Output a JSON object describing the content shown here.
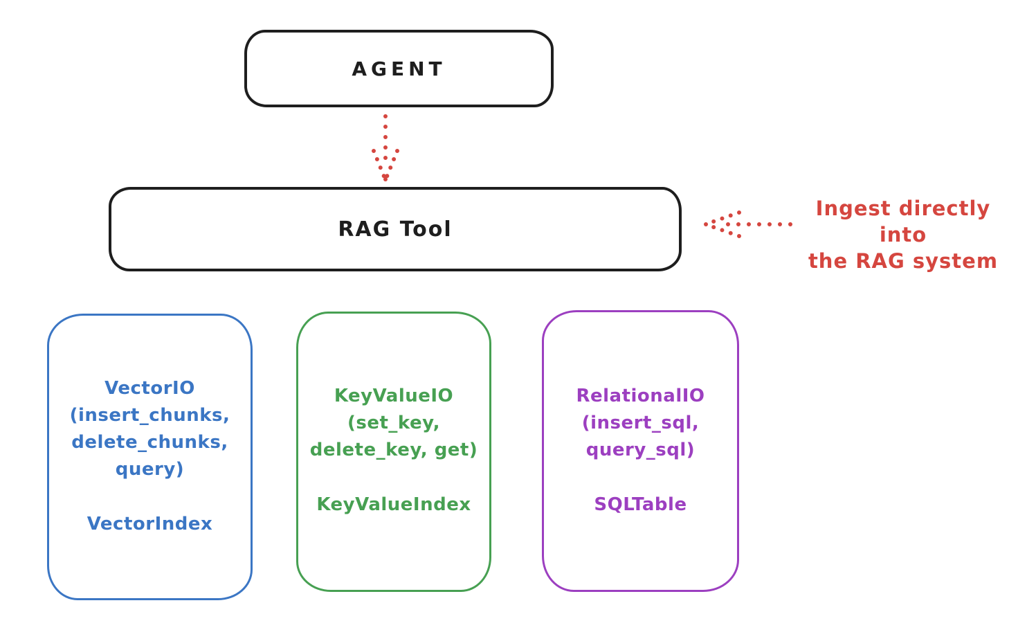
{
  "colors": {
    "ink": "#1e1e1e",
    "red": "#d5463f",
    "blue": "#3b76c4",
    "green": "#47a052",
    "purple": "#9c3fc0"
  },
  "agent_box": {
    "label": "AGENT"
  },
  "rag_tool_box": {
    "label": "RAG Tool"
  },
  "annotation": {
    "line1": "Ingest directly into",
    "line2": "the RAG system"
  },
  "backends": [
    {
      "name": "vector",
      "color": "#3b76c4",
      "lines": [
        "VectorIO",
        "(insert_chunks,",
        "delete_chunks,",
        "query)"
      ],
      "index_label": "VectorIndex"
    },
    {
      "name": "keyvalue",
      "color": "#47a052",
      "lines": [
        "KeyValueIO",
        "(set_key,",
        "delete_key, get)"
      ],
      "index_label": "KeyValueIndex"
    },
    {
      "name": "relational",
      "color": "#9c3fc0",
      "lines": [
        "RelationalIO",
        "(insert_sql,",
        "query_sql)"
      ],
      "index_label": "SQLTable"
    }
  ]
}
